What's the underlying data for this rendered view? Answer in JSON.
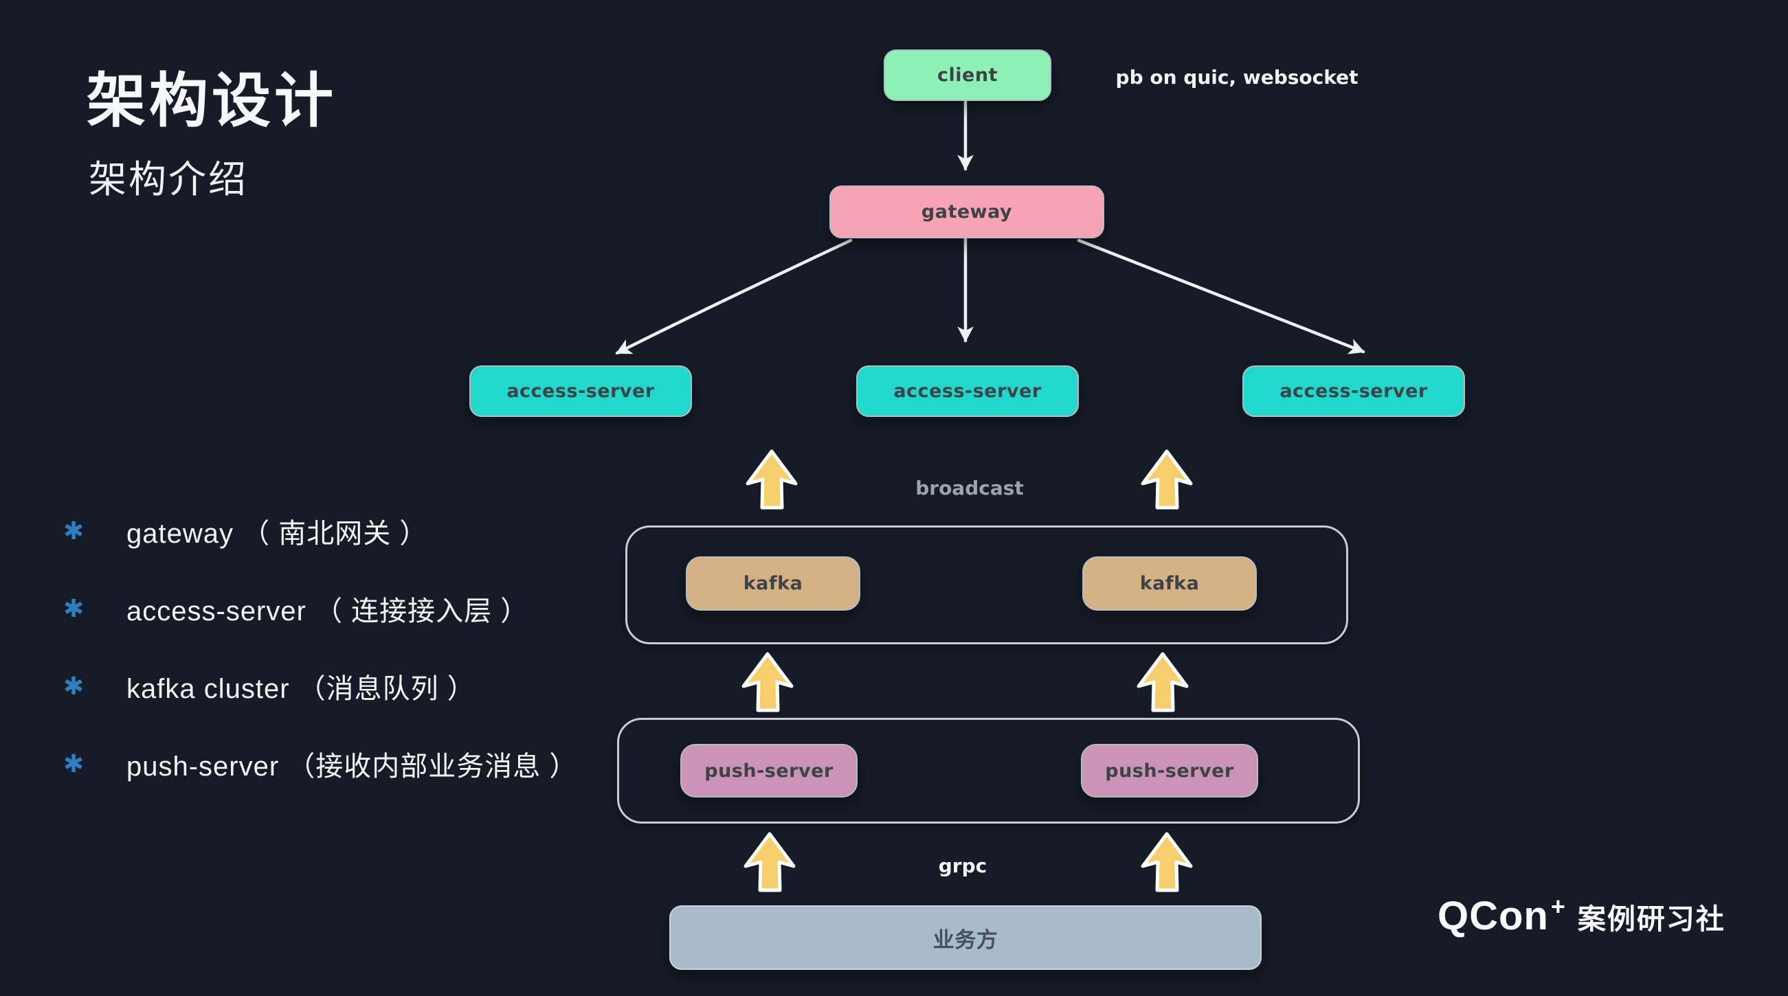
{
  "header": {
    "title": "架构设计",
    "subtitle": "架构介绍"
  },
  "bullets": {
    "marker": "✱",
    "items": [
      {
        "text": "gateway （ 南北网关 ）"
      },
      {
        "text": "access-server （ 连接接入层 ）"
      },
      {
        "text": "kafka cluster （消息队列 ）"
      },
      {
        "text": "push-server （接收内部业务消息 ）"
      }
    ]
  },
  "diagram": {
    "nodes": {
      "client": {
        "label": "client"
      },
      "gateway": {
        "label": "gateway"
      },
      "access": {
        "label": "access-server"
      },
      "kafka": {
        "label": "kafka"
      },
      "push": {
        "label": "push-server"
      },
      "business": {
        "label": "业务方"
      }
    },
    "annotations": {
      "protocol": "pb on quic, websocket",
      "broadcast": "broadcast",
      "grpc": "grpc"
    }
  },
  "logo": {
    "brand": "QCon",
    "plus": "+",
    "suffix": "案例研习社"
  },
  "colors": {
    "background": "#151c28",
    "client": "#8ef2b7",
    "gateway": "#f8a3b5",
    "access": "#21d8cc",
    "kafka": "#d5b285",
    "push": "#c994b7",
    "business": "#a8bbcb",
    "arrow_yellow": "#f6cf6c",
    "edge_white": "#eef1f4",
    "bullet_blue": "#2e7fc2"
  }
}
